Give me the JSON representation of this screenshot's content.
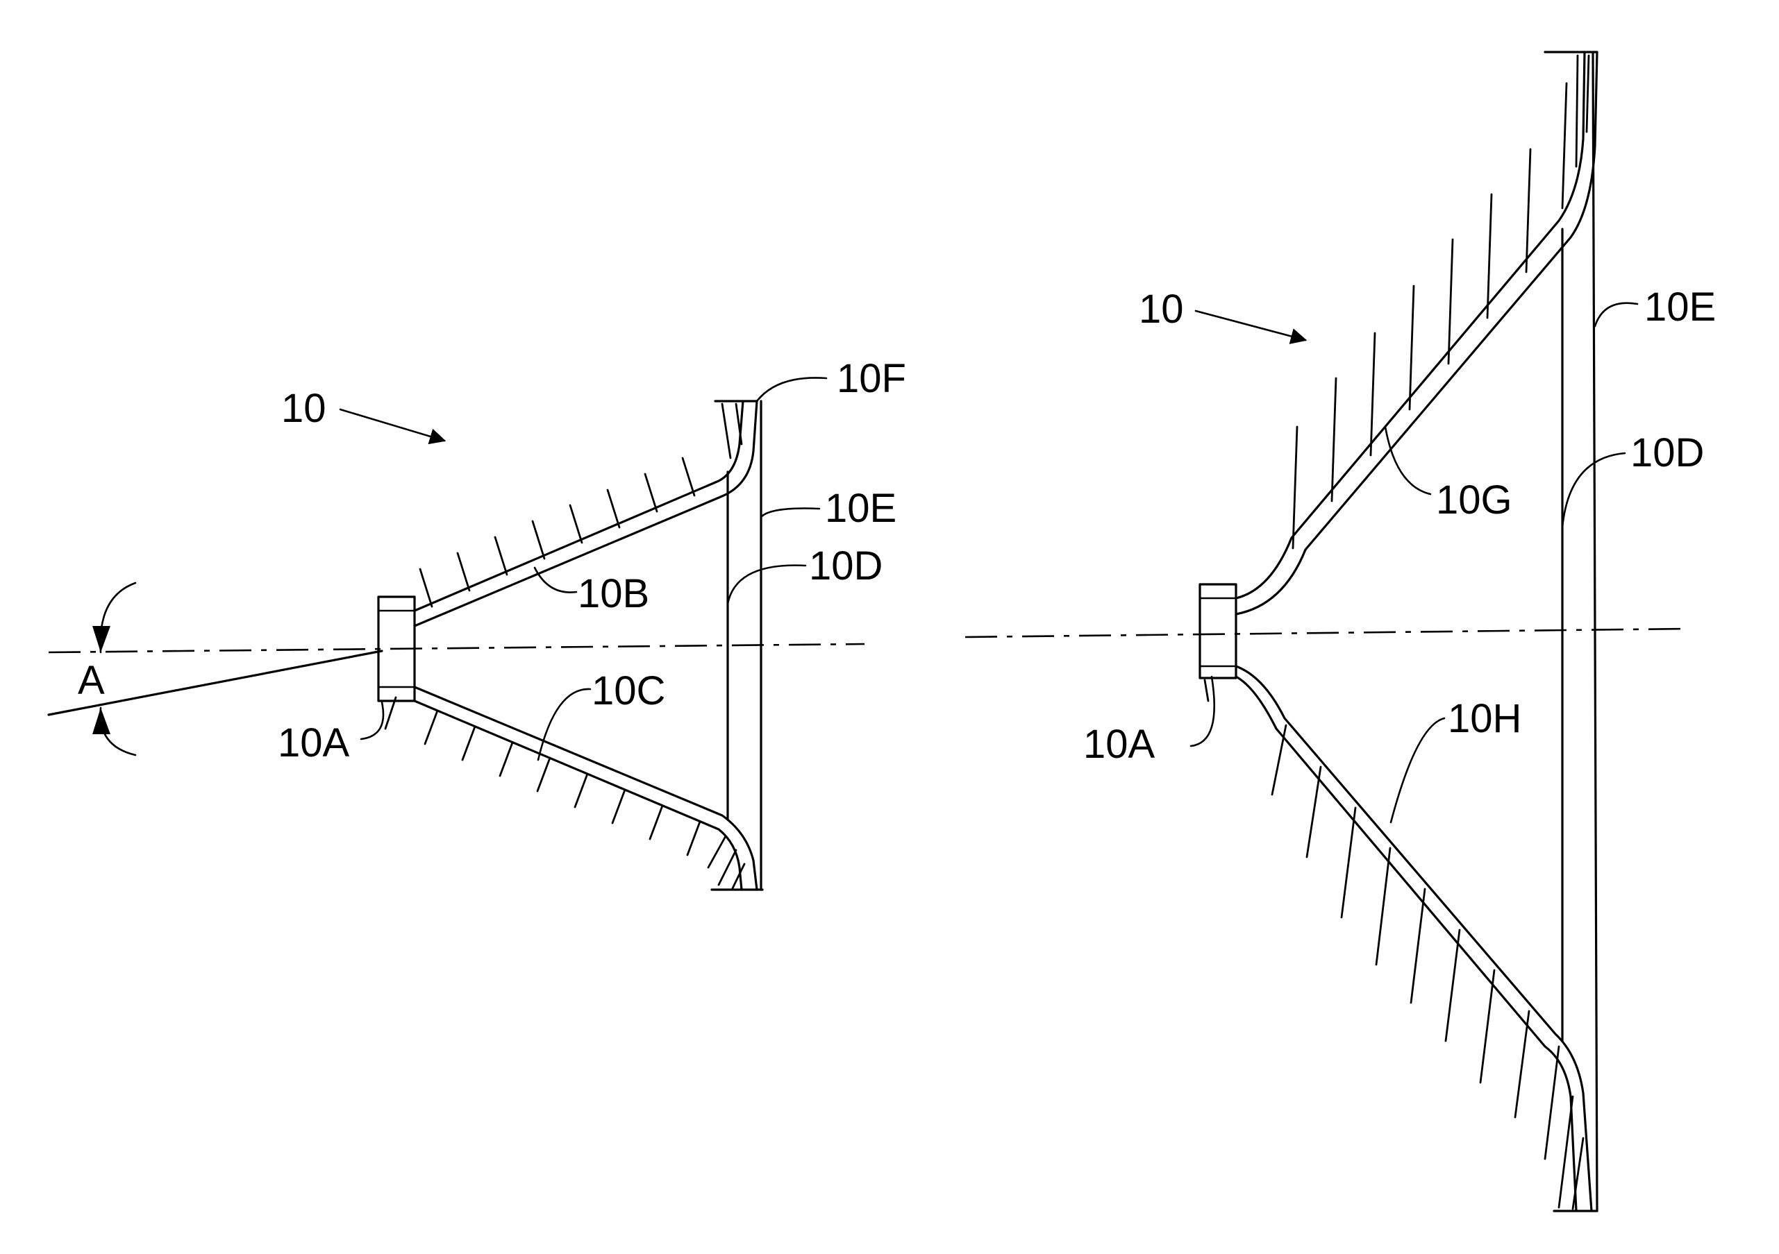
{
  "figure": {
    "left_horn": {
      "ref_numeral": "10",
      "labels": {
        "throat": "10A",
        "upper_wall": "10B",
        "lower_wall": "10C",
        "mouth_inner": "10D",
        "mouth_outer": "10E",
        "flare": "10F"
      },
      "angle_label": "A"
    },
    "right_horn": {
      "ref_numeral": "10",
      "labels": {
        "throat": "10A",
        "mouth_inner": "10D",
        "mouth_outer": "10E",
        "upper_wall": "10G",
        "lower_wall": "10H"
      }
    }
  }
}
